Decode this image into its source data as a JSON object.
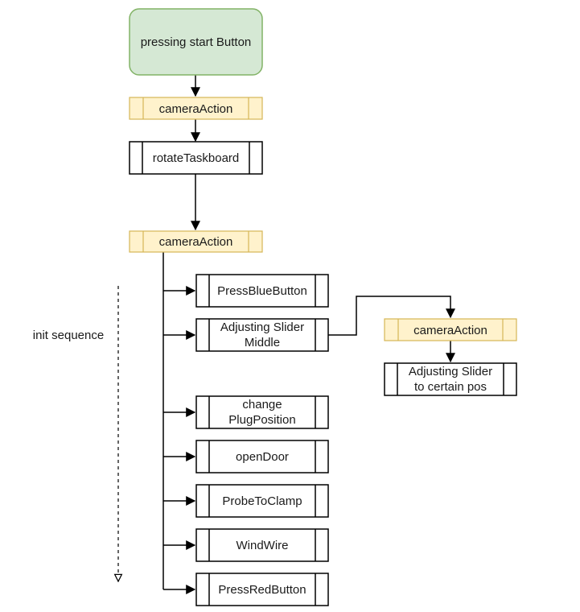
{
  "start": {
    "label": "pressing start Button"
  },
  "steps": {
    "camera1": "cameraAction",
    "rotate": "rotateTaskboard",
    "camera2": "cameraAction",
    "press_blue": "PressBlueButton",
    "slider_middle": [
      "Adjusting Slider",
      "Middle"
    ],
    "camera3": "cameraAction",
    "slider_pos": [
      "Adjusting Slider",
      "to certain pos"
    ],
    "plug": [
      "change",
      "PlugPosition"
    ],
    "open_door": "openDoor",
    "probe": "ProbeToClamp",
    "wind": "WindWire",
    "press_red": "PressRedButton"
  },
  "side_label": "init sequence",
  "colors": {
    "start_fill": "#d5e8d4",
    "start_stroke": "#82b366",
    "camera_fill": "#fff2cc",
    "camera_stroke": "#d6b656",
    "process_fill": "#ffffff",
    "process_stroke": "#000000",
    "line": "#000000"
  }
}
